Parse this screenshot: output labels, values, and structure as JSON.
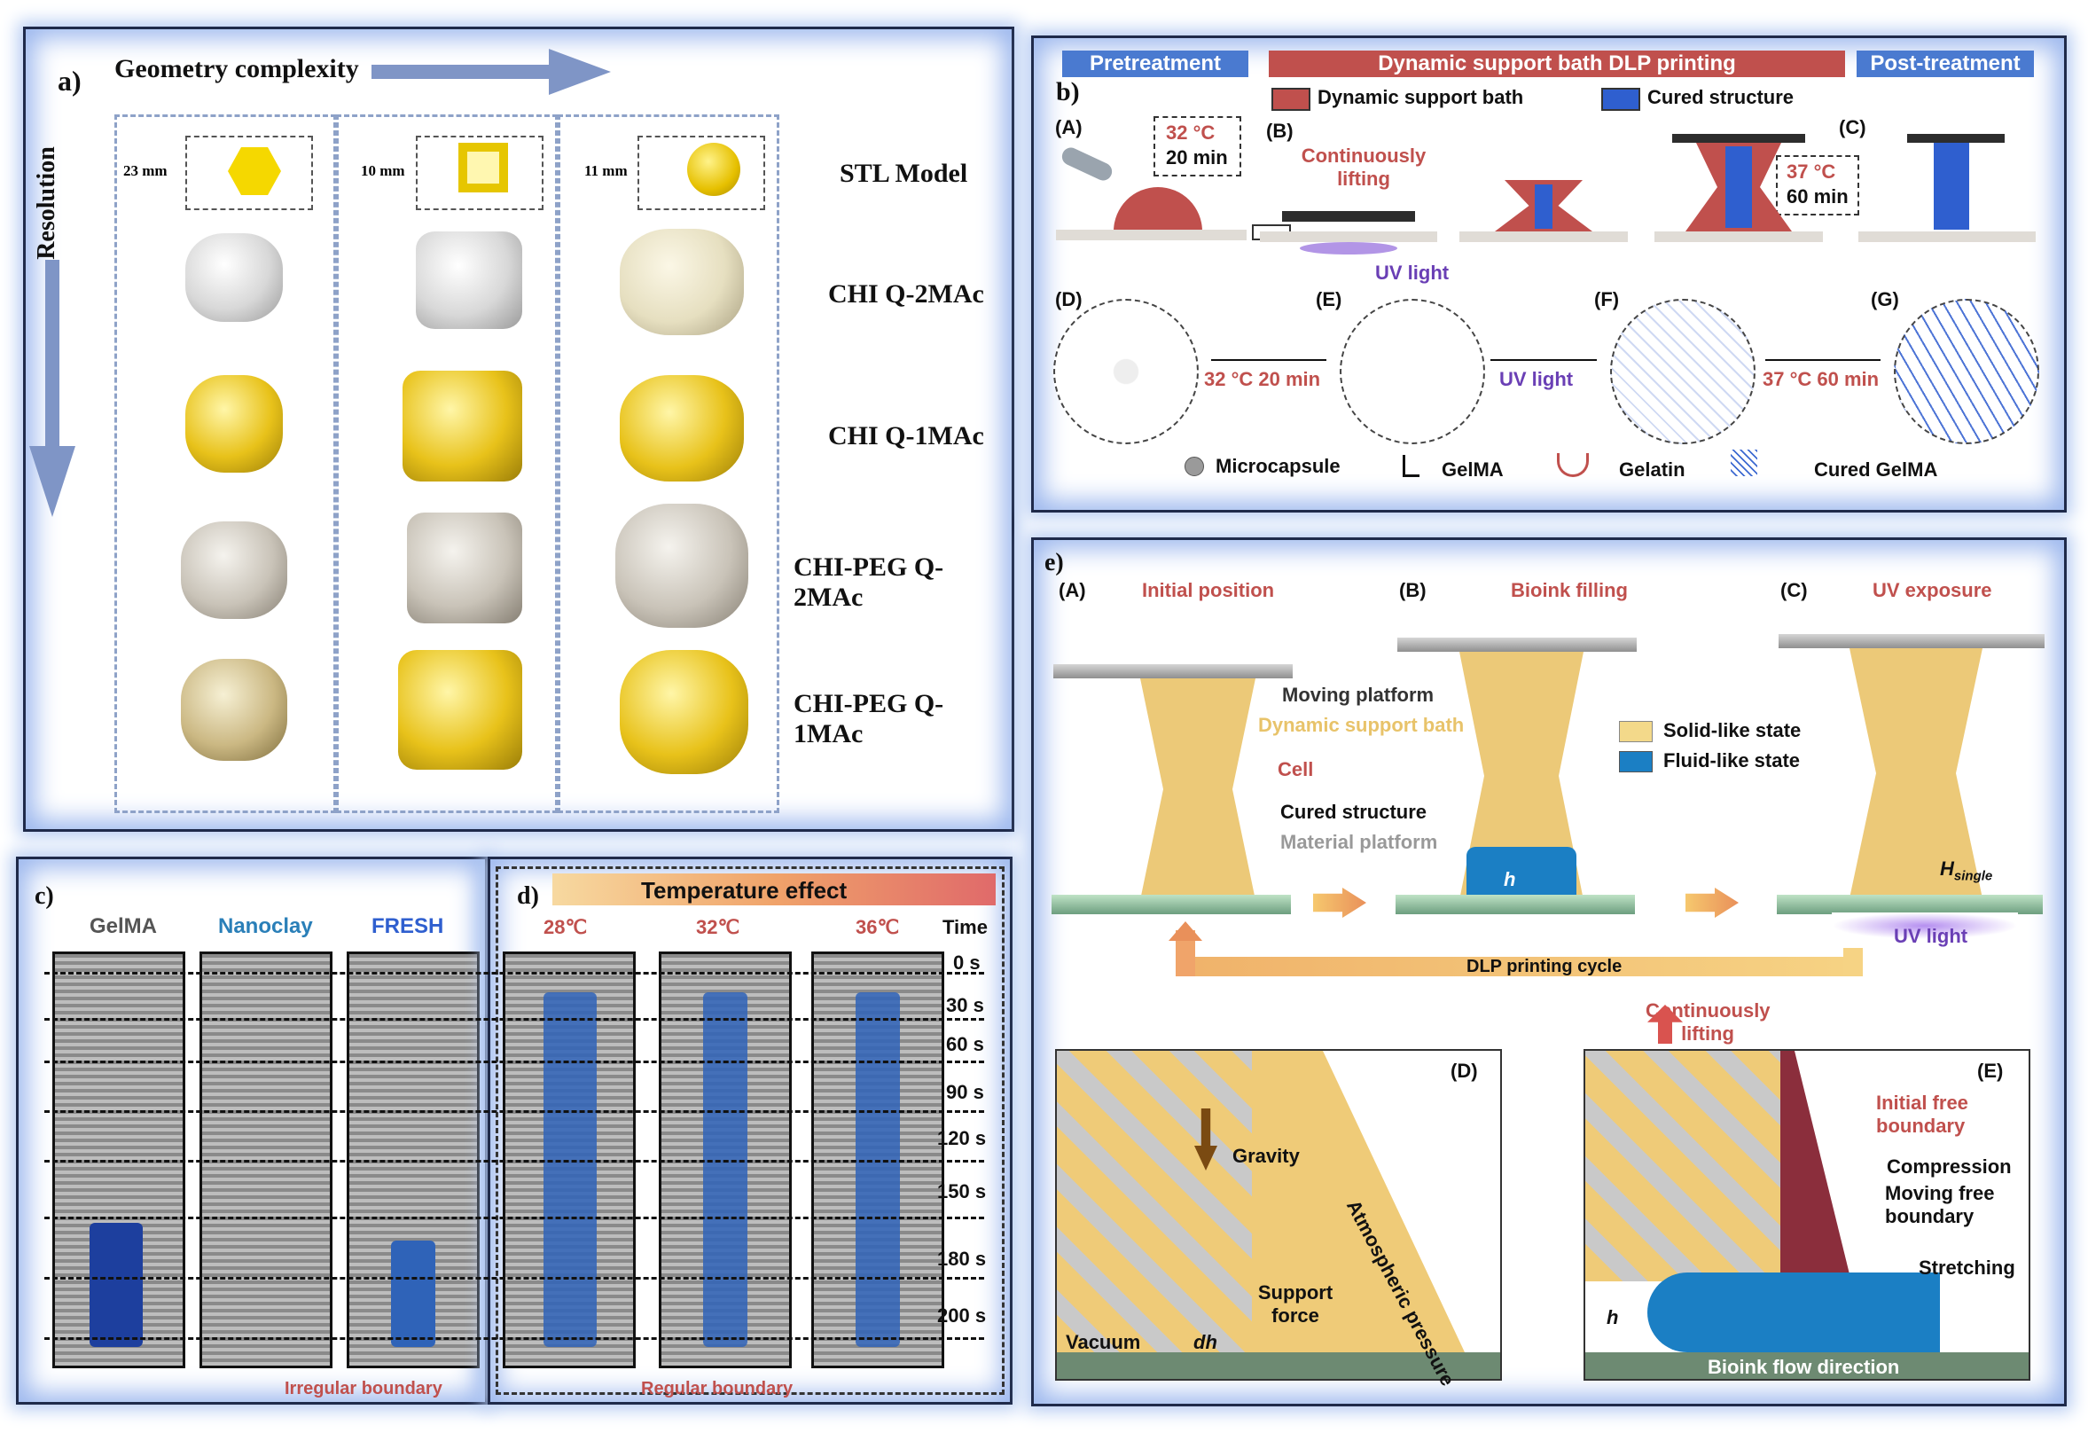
{
  "panel_a": {
    "label": "a)",
    "geometry_label": "Geometry complexity",
    "resolution_label": "Resolution",
    "dims": [
      "23 mm",
      "10 mm",
      "11 mm"
    ],
    "rows": [
      "STL Model",
      "CHI Q-2MAc",
      "CHI Q-1MAc",
      "CHI-PEG Q-2MAc",
      "CHI-PEG Q-1MAc"
    ]
  },
  "panel_b": {
    "label": "b)",
    "headers": [
      "Pretreatment",
      "Dynamic support bath DLP printing",
      "Post-treatment"
    ],
    "legend": [
      "Dynamic support bath",
      "Cured structure"
    ],
    "steps": [
      "(A)",
      "(B)",
      "(C)",
      "(D)",
      "(E)",
      "(F)",
      "(G)"
    ],
    "cond1_temp": "32 °C",
    "cond1_time": "20 min",
    "continuous_lifting": "Continuously lifting",
    "uv_light": "UV light",
    "cond2_temp": "37 °C",
    "cond2_time": "60 min",
    "arrow_32": "32 °C 20 min",
    "arrow_uv": "UV light",
    "arrow_37": "37 °C 60 min",
    "bottom_legend": [
      "Microcapsule",
      "GelMA",
      "Gelatin",
      "Cured GelMA"
    ]
  },
  "panel_c": {
    "label": "c)",
    "columns": [
      "GelMA",
      "Nanoclay",
      "FRESH"
    ],
    "irregular": "Irregular boundary"
  },
  "panel_d": {
    "label": "d)",
    "title": "Temperature effect",
    "columns": [
      "28℃",
      "32℃",
      "36℃"
    ],
    "time_header": "Time",
    "times": [
      "0 s",
      "30 s",
      "60 s",
      "90 s",
      "120 s",
      "150 s",
      "180 s",
      "200 s"
    ],
    "regular": "Regular boundary"
  },
  "panel_e": {
    "label": "e)",
    "stepA": "(A)",
    "titleA": "Initial position",
    "stepB": "(B)",
    "titleB": "Bioink filling",
    "stepC": "(C)",
    "titleC": "UV exposure",
    "labels": [
      "Moving platform",
      "Dynamic support bath",
      "Cell",
      "Cured structure",
      "Material platform"
    ],
    "legend": [
      "Solid-like state",
      "Fluid-like state"
    ],
    "h": "h",
    "h_single": "H",
    "h_single_sub": "single",
    "uv_light": "UV light",
    "cycle": "DLP printing cycle",
    "continuous_lifting": "Continuously lifting",
    "stepD": "(D)",
    "stepE": "(E)",
    "gravity": "Gravity",
    "atm": "Atmospheric pressure",
    "support_force": "Support force",
    "vacuum": "Vacuum",
    "dh": "dh",
    "initial_free": "Initial free boundary",
    "compression": "Compression",
    "moving_free": "Moving free boundary",
    "stretching": "Stretching",
    "flow": "Bioink flow direction"
  },
  "colors": {
    "bath": "#c0504d",
    "cured": "#2f5fcf",
    "solid": "#f3d98a",
    "fluid": "#1b7fc4",
    "panel_glow": "#9db8ee"
  }
}
